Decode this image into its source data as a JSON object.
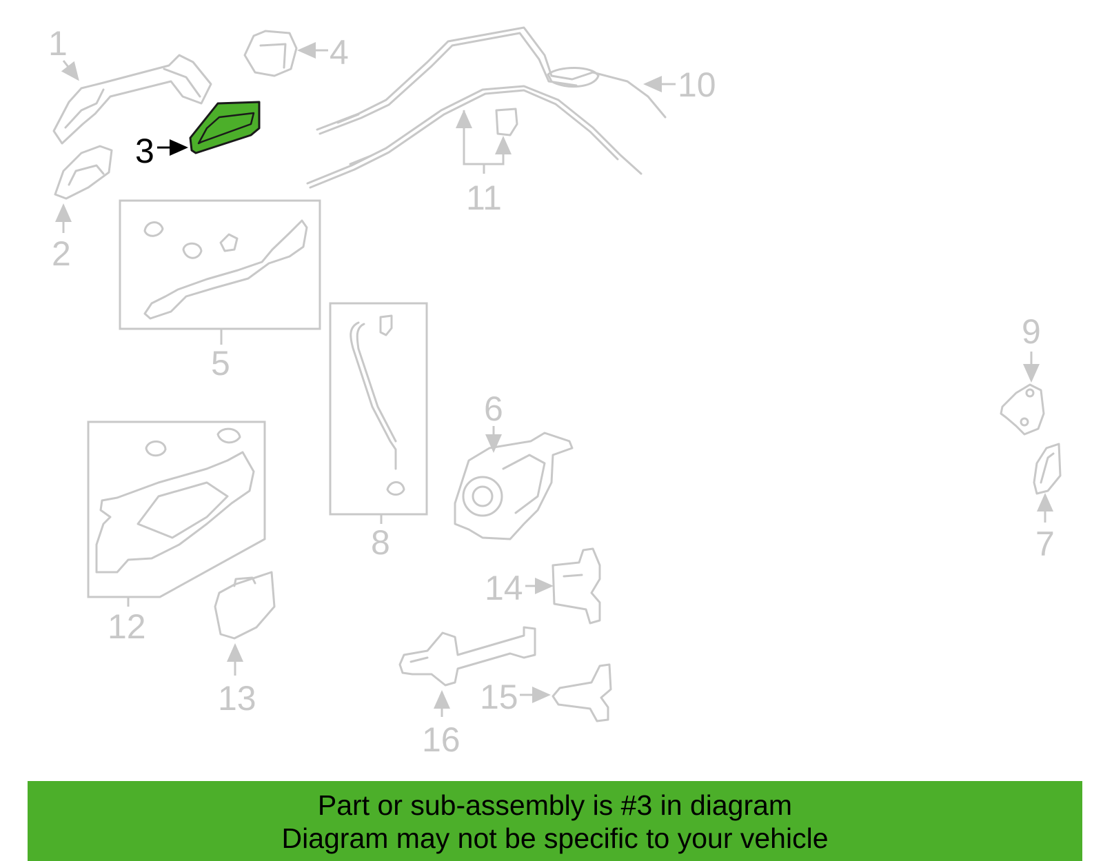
{
  "diagram": {
    "highlight_color": "#4caf2a",
    "dim_color": "#c8c8c8",
    "highlighted_part": "3",
    "callouts": [
      {
        "id": "c1",
        "label": "1"
      },
      {
        "id": "c2",
        "label": "2"
      },
      {
        "id": "c3",
        "label": "3"
      },
      {
        "id": "c4",
        "label": "4"
      },
      {
        "id": "c5",
        "label": "5"
      },
      {
        "id": "c6",
        "label": "6"
      },
      {
        "id": "c7",
        "label": "7"
      },
      {
        "id": "c8",
        "label": "8"
      },
      {
        "id": "c9",
        "label": "9"
      },
      {
        "id": "c10",
        "label": "10"
      },
      {
        "id": "c11",
        "label": "11"
      },
      {
        "id": "c12",
        "label": "12"
      },
      {
        "id": "c13",
        "label": "13"
      },
      {
        "id": "c14",
        "label": "14"
      },
      {
        "id": "c15",
        "label": "15"
      },
      {
        "id": "c16",
        "label": "16"
      }
    ]
  },
  "banner": {
    "line1": "Part or sub-assembly is #3 in diagram",
    "line2": "Diagram may not be specific to your vehicle",
    "background": "#4caf2a"
  }
}
